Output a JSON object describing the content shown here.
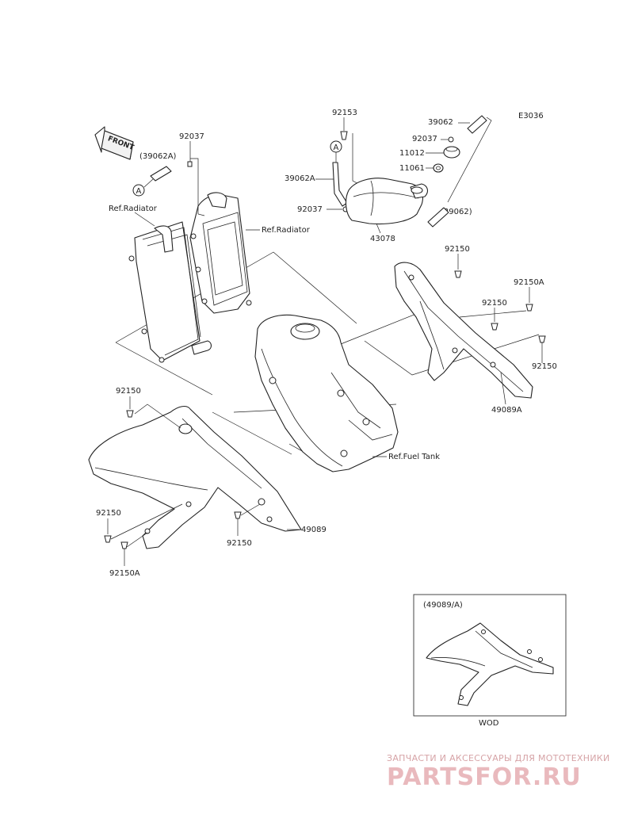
{
  "diagram_code": "E3036",
  "front_label": "FRONT",
  "callout_letter": "A",
  "parts": {
    "p92153": "92153",
    "p39062": "39062",
    "p92037_top": "92037",
    "p11012": "11012",
    "p11061": "11061",
    "p39062a": "39062A",
    "p92037_mid": "92037",
    "p39062_paren": "(39062)",
    "p43078": "43078",
    "p92037_left": "92037",
    "p39062a_paren": "(39062A)",
    "ref_radiator_left": "Ref.Radiator",
    "ref_radiator_right": "Ref.Radiator",
    "p92150_a": "92150",
    "p92150a_r": "92150A",
    "p92150_b": "92150",
    "p92150_c": "92150",
    "p49089a": "49089A",
    "p92150_d": "92150",
    "ref_fuel_tank": "Ref.Fuel Tank",
    "p92150_e": "92150",
    "p49089": "49089",
    "p92150_f": "92150",
    "p92150a_l": "92150A"
  },
  "inset": {
    "label": "(49089/A)",
    "caption": "WOD"
  },
  "watermark": {
    "tagline": "ЗАПЧАСТИ И АКСЕССУАРЫ ДЛЯ МОТОТЕХНИКИ",
    "brand": "PARTSFOR.RU"
  }
}
